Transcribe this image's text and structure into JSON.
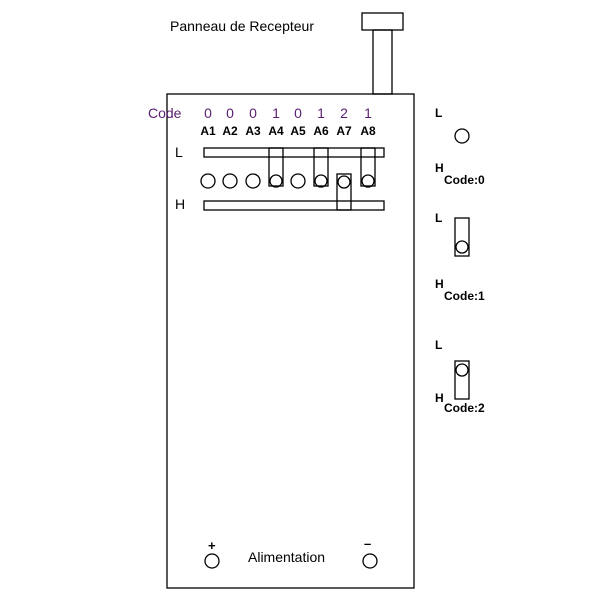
{
  "title": "Panneau de Recepteur",
  "code_label": "Code",
  "code_digits": [
    "0",
    "0",
    "0",
    "1",
    "0",
    "1",
    "2",
    "1"
  ],
  "pins": [
    "A1",
    "A2",
    "A3",
    "A4",
    "A5",
    "A6",
    "A7",
    "A8"
  ],
  "rail_low": "L",
  "rail_high": "H",
  "legend": [
    {
      "low": "L",
      "high": "H",
      "caption": "Code:0"
    },
    {
      "low": "L",
      "high": "H",
      "caption": "Code:1"
    },
    {
      "low": "L",
      "high": "H",
      "caption": "Code:2"
    }
  ],
  "power": {
    "plus": "+",
    "label": "Alimentation",
    "minus": "–"
  },
  "colors": {
    "stroke": "#000000",
    "code_digits": "#5a1e6e"
  }
}
